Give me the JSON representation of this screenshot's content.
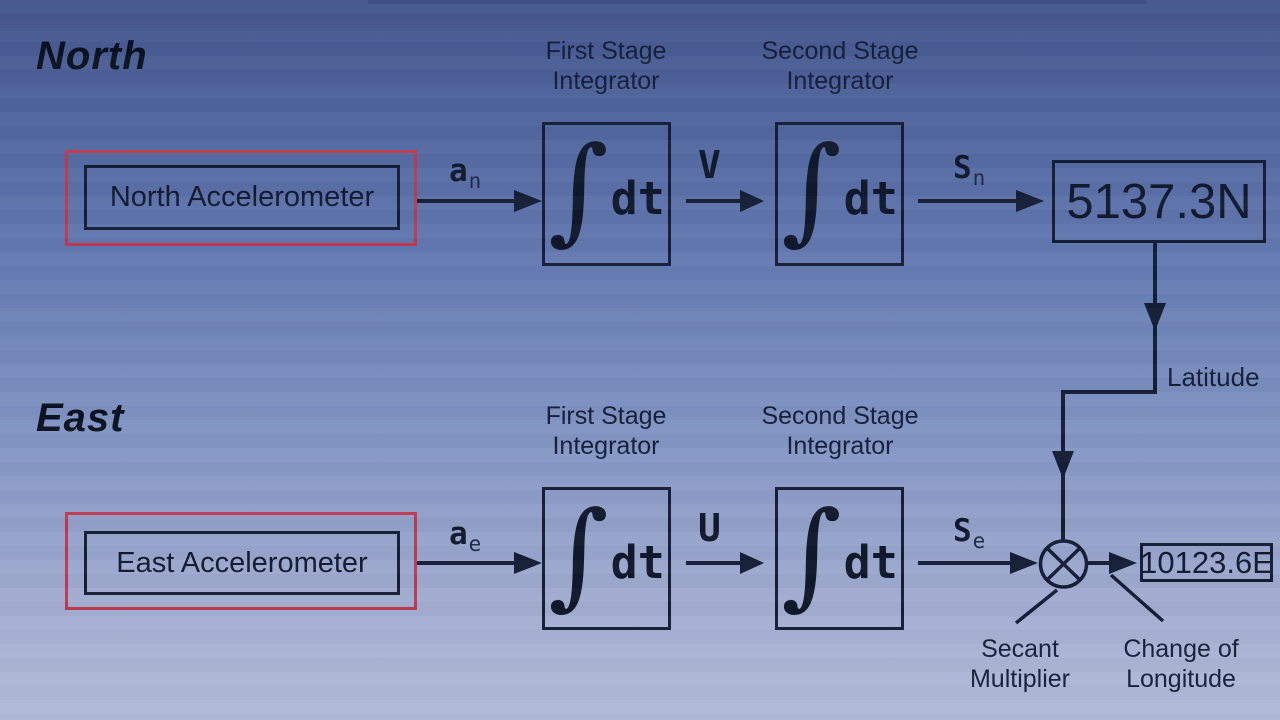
{
  "meta": {
    "description": "Inertial navigation dead-reckoning block diagram video frame"
  },
  "colors": {
    "background_top": "#44578d",
    "background_bottom": "#b2bbd8",
    "line": "#141e34",
    "red_frame": "#bf3950",
    "text": "#15203a"
  },
  "north": {
    "title": "North",
    "accelerometer_label": "North Accelerometer",
    "accel_signal": {
      "base": "a",
      "sub": "n"
    },
    "stage1_label": {
      "line1": "First Stage",
      "line2": "Integrator"
    },
    "integrator1": {
      "integral": "∫",
      "dt": "dt"
    },
    "velocity_label": "V",
    "stage2_label": {
      "line1": "Second Stage",
      "line2": "Integrator"
    },
    "integrator2": {
      "integral": "∫",
      "dt": "dt"
    },
    "distance_signal": {
      "base": "S",
      "sub": "n"
    },
    "output_value": "5137.3N",
    "latitude_label": "Latitude"
  },
  "east": {
    "title": "East",
    "accelerometer_label": "East Accelerometer",
    "accel_signal": {
      "base": "a",
      "sub": "e"
    },
    "stage1_label": {
      "line1": "First Stage",
      "line2": "Integrator"
    },
    "integrator1": {
      "integral": "∫",
      "dt": "dt"
    },
    "velocity_label": "U",
    "stage2_label": {
      "line1": "Second Stage",
      "line2": "Integrator"
    },
    "integrator2": {
      "integral": "∫",
      "dt": "dt"
    },
    "distance_signal": {
      "base": "S",
      "sub": "e"
    },
    "output_value": "10123.6E",
    "secant_label": {
      "line1": "Secant",
      "line2": "Multiplier"
    },
    "longitude_label": {
      "line1": "Change of",
      "line2": "Longitude"
    }
  }
}
